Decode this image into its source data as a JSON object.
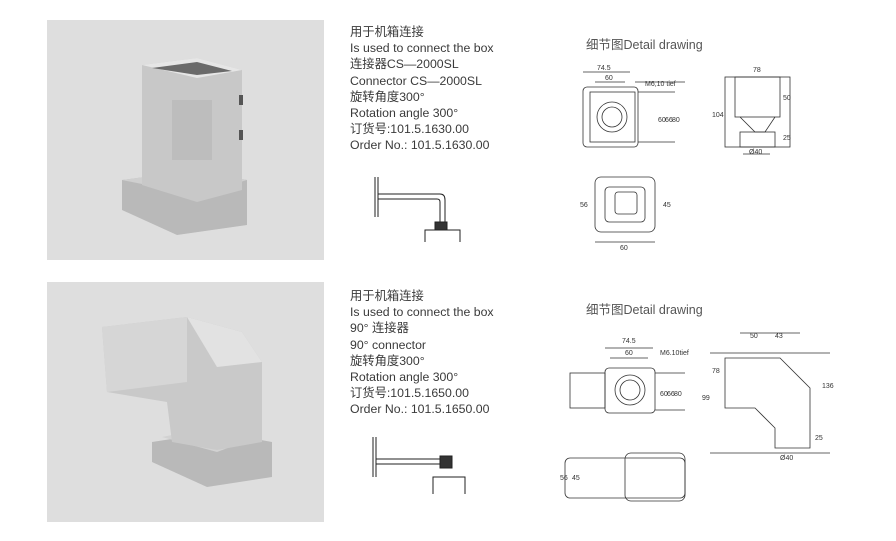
{
  "products": [
    {
      "lines": [
        "用于机箱连接",
        "Is used to connect the box",
        "连接器CS—2000SL",
        "Connector CS—2000SL",
        "旋转角度300°",
        "Rotation angle 300°",
        "订货号:101.5.1630.00",
        "Order No.: 101.5.1630.00"
      ],
      "detail_title": "细节图Detail drawing",
      "dims": {
        "w1": "74.5",
        "w2": "60",
        "thread": "M6,10 tief",
        "h1": "60",
        "h2": "66",
        "h3": "80",
        "side_w": "78",
        "side_h": "104",
        "side_top": "50",
        "side_base": "25",
        "dia": "Ø40",
        "bottom_h1": "56",
        "bottom_h2": "45",
        "bottom_w": "60"
      }
    },
    {
      "lines": [
        "用于机箱连接",
        "Is used to connect the box",
        "90° 连接器",
        "90°  connector",
        "旋转角度300°",
        "Rotation angle 300°",
        "订货号:101.5.1650.00",
        "Order No.: 101.5.1650.00"
      ],
      "detail_title": "细节图Detail drawing",
      "dims": {
        "w1": "74.5",
        "w2": "60",
        "thread": "M6.10tief",
        "h1": "60",
        "h2": "66",
        "h3": "80",
        "top_a": "50",
        "top_b": "43",
        "side_left": "78",
        "side_h": "99",
        "side_total": "136",
        "side_base": "25",
        "dia": "Ø40",
        "bottom_h1": "56",
        "bottom_h2": "45"
      }
    }
  ]
}
